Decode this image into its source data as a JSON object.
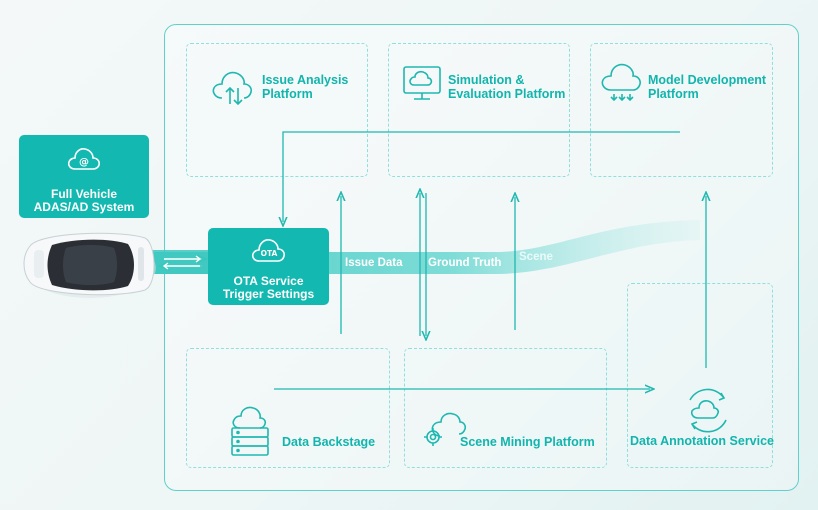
{
  "platforms": {
    "issue_analysis": "Issue Analysis\nPlatform",
    "simulation": "Simulation &\nEvaluation Platform",
    "model_dev": "Model Development\nPlatform"
  },
  "vehicle_system": "Full Vehicle\nADAS/AD System",
  "ota": {
    "badge": "OTA",
    "label": "OTA Service\nTrigger Settings"
  },
  "flow": {
    "issue_data": "Issue Data",
    "ground_truth": "Ground Truth",
    "scene": "Scene"
  },
  "services": {
    "data_backstage": "Data Backstage",
    "scene_mining": "Scene Mining Platform",
    "annotation": "Data Annotation Service"
  },
  "colors": {
    "accent": "#13b9b1",
    "line": "#1fb8b0",
    "dashed": "#8fe0dc"
  }
}
